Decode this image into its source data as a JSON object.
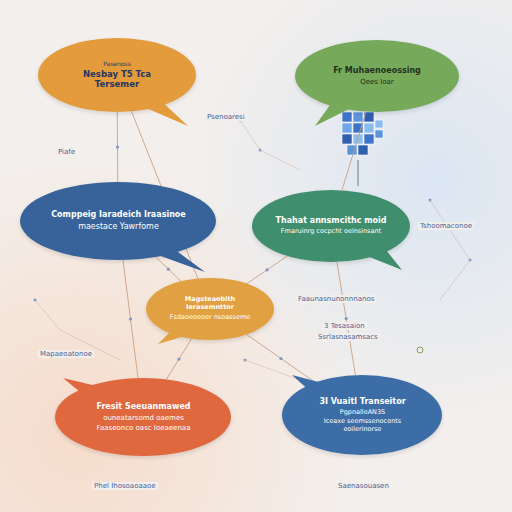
{
  "diagram": {
    "nodes": [
      {
        "text": [
          "Pasenoss",
          "Nesbay T5 Tca Tersemer"
        ]
      },
      {
        "text": [
          "Fr Muhaenoeossing",
          "Qees Ioar"
        ]
      },
      {
        "text": [
          "Comppeig Iaradeich Iraasinoe",
          "maestace Yawrfome"
        ]
      },
      {
        "text": [
          "Thahat annsmcithc moid",
          "Fmaruinrg cocpcht oelnsinsant"
        ]
      },
      {
        "text": [
          "Magsteaoblth Ierasemnttor",
          "Fsdaoeoeoer nsoasseme"
        ]
      },
      {
        "text": [
          "Fresit Seeuanmawed",
          "ouneatarsomd oaemes",
          "Faaseonco oasc Ioeaeenaa"
        ]
      },
      {
        "text": [
          "3I Vuaitl Transeitor",
          "PgpnalleAN3S",
          "Iceaxe seemssenoconts eoilerinorse"
        ]
      }
    ],
    "edges": [
      {
        "from": 0,
        "to": 2,
        "arrow": "none"
      },
      {
        "from": 0,
        "to": 4,
        "arrow": "none"
      },
      {
        "from": 2,
        "to": 4,
        "arrow": "none"
      },
      {
        "from": 1,
        "to": 3,
        "arrow": "none"
      },
      {
        "from": 3,
        "to": 4,
        "arrow": "none"
      },
      {
        "from": 2,
        "to": 5,
        "arrow": "none"
      },
      {
        "from": 4,
        "to": 6,
        "arrow": "none"
      },
      {
        "from": 3,
        "to": 6,
        "arrow": "none"
      },
      {
        "from": 4,
        "to": 5,
        "arrow": "none"
      }
    ],
    "labels": [
      "Piafe",
      "Psenoaresi",
      "Tshoomaconoe",
      "Faaunasnunonnnanos",
      "3 Tesasaion",
      "Ssrlasnasamsacs",
      "Mapaeoatonoe",
      "Phel Ihosoaoaaoe",
      "Saenasouasen"
    ]
  }
}
